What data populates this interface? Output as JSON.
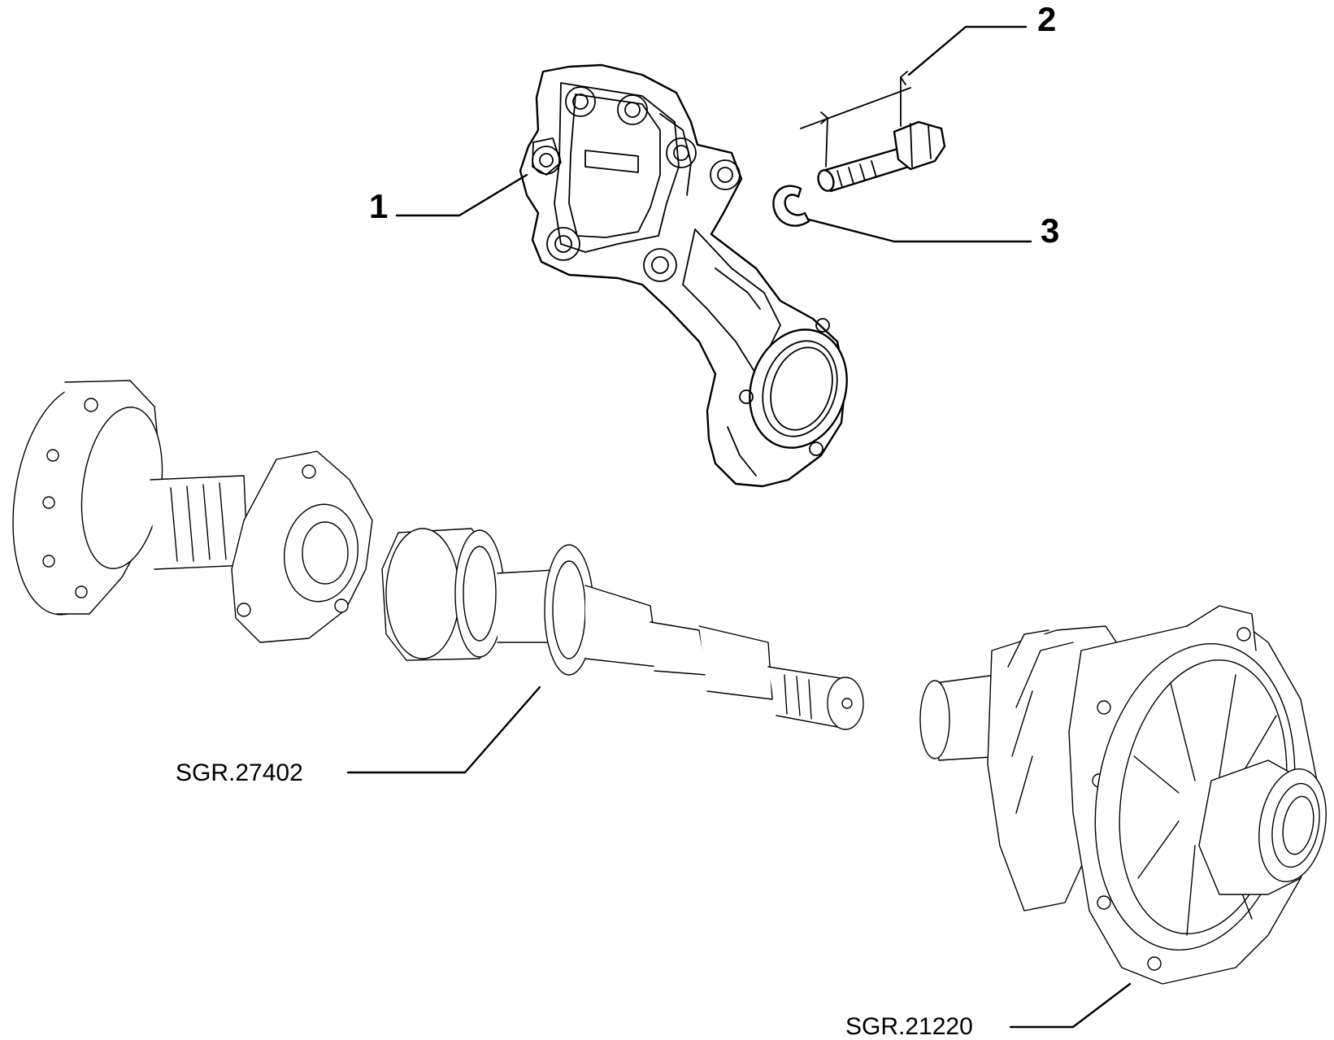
{
  "callouts": [
    {
      "id": "1",
      "label": "1"
    },
    {
      "id": "2",
      "label": "2"
    },
    {
      "id": "3",
      "label": "3"
    }
  ],
  "references": [
    {
      "id": "shaft",
      "label": "SGR.27402"
    },
    {
      "id": "differential",
      "label": "SGR.21220"
    }
  ],
  "colors": {
    "line": "#000000",
    "background": "#ffffff"
  }
}
